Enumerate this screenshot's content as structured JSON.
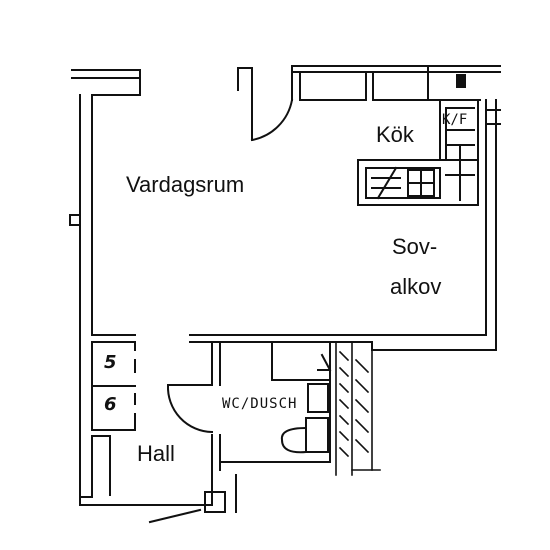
{
  "plan": {
    "rooms": {
      "vardagsrum": "Vardagsrum",
      "kok": "Kök",
      "sovalkov_line1": "Sov-",
      "sovalkov_line2": "alkov",
      "wc": "WC/DUSCH",
      "hall": "Hall"
    },
    "fixtures": {
      "kf": "K/F",
      "closet_1": "5",
      "closet_2": "6"
    },
    "colors": {
      "ink": "#111111",
      "paper": "#ffffff"
    }
  }
}
